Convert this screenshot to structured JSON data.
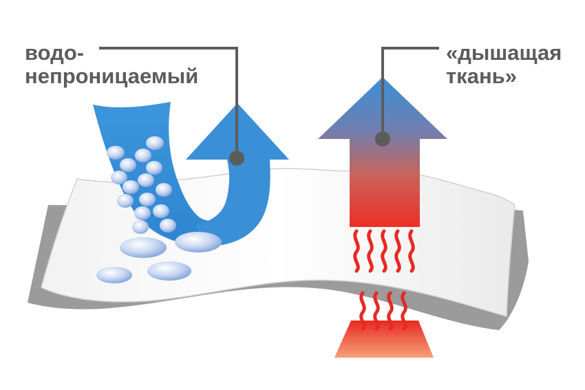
{
  "labels": {
    "waterproof_line1": "водо-",
    "waterproof_line2": "непроницаемый",
    "breathable_line1": "«дышащая",
    "breathable_line2": "ткань»"
  },
  "icons": [
    "water-drops",
    "blue-u-arrow",
    "heat-arrow",
    "heat-waves",
    "heat-source"
  ],
  "colors": {
    "text": "#5c5c5c",
    "leader": "#5c5c5c",
    "water_blue": "#3a8fd6",
    "heat_red": "#e8302a",
    "fabric_fill": "#ffffff",
    "fabric_shadow": "#9e9e9e",
    "drop": "#a9c4ec"
  }
}
